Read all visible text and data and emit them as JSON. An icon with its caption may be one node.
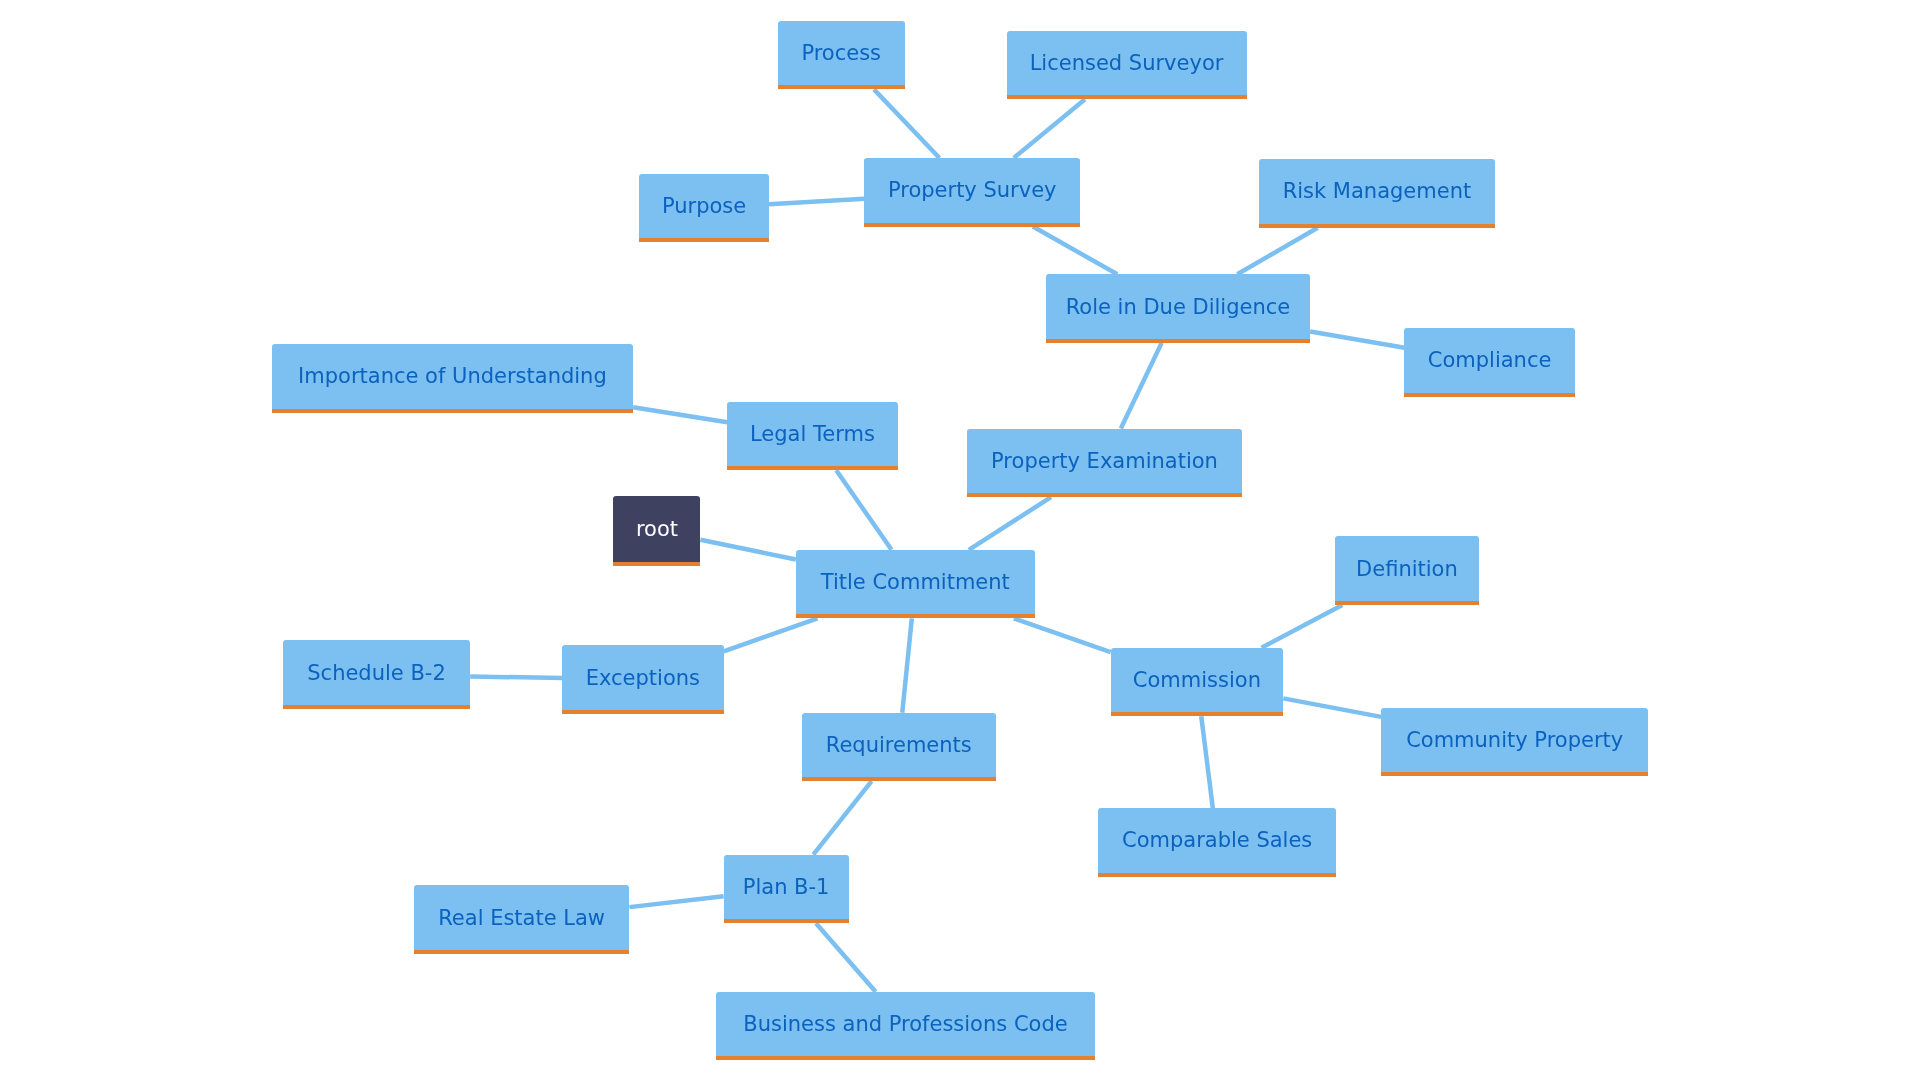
{
  "diagram": {
    "nodes": [
      {
        "text": [
          "root"
        ]
      },
      {
        "text": [
          "Title Commitment"
        ]
      },
      {
        "text": [
          "Legal Terms"
        ]
      },
      {
        "text": [
          "Importance of Understanding"
        ]
      },
      {
        "text": [
          "Property Examination"
        ]
      },
      {
        "text": [
          "Role in Due Diligence"
        ]
      },
      {
        "text": [
          "Property Survey"
        ]
      },
      {
        "text": [
          "Process"
        ]
      },
      {
        "text": [
          "Licensed Surveyor"
        ]
      },
      {
        "text": [
          "Purpose"
        ]
      },
      {
        "text": [
          "Risk Management"
        ]
      },
      {
        "text": [
          "Compliance"
        ]
      },
      {
        "text": [
          "Exceptions"
        ]
      },
      {
        "text": [
          "Schedule B-2"
        ]
      },
      {
        "text": [
          "Requirements"
        ]
      },
      {
        "text": [
          "Plan B-1"
        ]
      },
      {
        "text": [
          "Real Estate Law"
        ]
      },
      {
        "text": [
          "Business and Professions Code"
        ]
      },
      {
        "text": [
          "Commission"
        ]
      },
      {
        "text": [
          "Definition"
        ]
      },
      {
        "text": [
          "Community Property"
        ]
      },
      {
        "text": [
          "Comparable Sales"
        ]
      }
    ],
    "edges": [
      {
        "from": 0,
        "to": 1,
        "arrow": "none"
      },
      {
        "from": 1,
        "to": 2,
        "arrow": "none"
      },
      {
        "from": 2,
        "to": 3,
        "arrow": "none"
      },
      {
        "from": 1,
        "to": 4,
        "arrow": "none"
      },
      {
        "from": 4,
        "to": 5,
        "arrow": "none"
      },
      {
        "from": 5,
        "to": 6,
        "arrow": "none"
      },
      {
        "from": 6,
        "to": 7,
        "arrow": "none"
      },
      {
        "from": 6,
        "to": 8,
        "arrow": "none"
      },
      {
        "from": 6,
        "to": 9,
        "arrow": "none"
      },
      {
        "from": 5,
        "to": 10,
        "arrow": "none"
      },
      {
        "from": 5,
        "to": 11,
        "arrow": "none"
      },
      {
        "from": 1,
        "to": 12,
        "arrow": "none"
      },
      {
        "from": 12,
        "to": 13,
        "arrow": "none"
      },
      {
        "from": 1,
        "to": 14,
        "arrow": "none"
      },
      {
        "from": 14,
        "to": 15,
        "arrow": "none"
      },
      {
        "from": 15,
        "to": 16,
        "arrow": "none"
      },
      {
        "from": 15,
        "to": 17,
        "arrow": "none"
      },
      {
        "from": 1,
        "to": 18,
        "arrow": "none"
      },
      {
        "from": 18,
        "to": 19,
        "arrow": "none"
      },
      {
        "from": 18,
        "to": 20,
        "arrow": "none"
      },
      {
        "from": 18,
        "to": 21,
        "arrow": "none"
      }
    ]
  }
}
